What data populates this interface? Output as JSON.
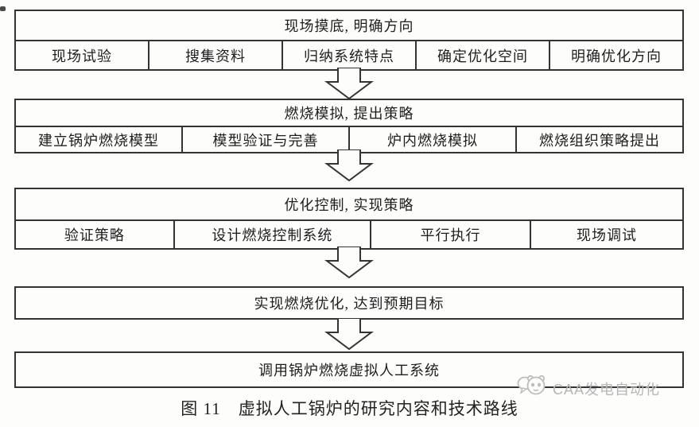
{
  "figure": {
    "stages": [
      {
        "title": "现场摸底, 明确方向",
        "cells": [
          "现场试验",
          "搜集资料",
          "归纳系统特点",
          "确定优化空间",
          "明确优化方向"
        ]
      },
      {
        "title": "燃烧模拟, 提出策略",
        "cells": [
          "建立锅炉燃烧模型",
          "模型验证与完善",
          "炉内燃烧模拟",
          "燃烧组织策略提出"
        ]
      },
      {
        "title": "优化控制, 实现策略",
        "cells": [
          "验证策略",
          "设计燃烧控制系统",
          "平行执行",
          "现场调试"
        ]
      },
      {
        "title": "实现燃烧优化, 达到预期目标",
        "cells": []
      },
      {
        "title": "调用锅炉燃烧虚拟人工系统",
        "cells": []
      }
    ],
    "caption": {
      "label": "图 11",
      "text": "虚拟人工锅炉的研究内容和技术路线"
    },
    "watermark": {
      "text": "CAA发电自动化",
      "icon": "panda-mascot-icon",
      "color": "#b6b6b6"
    },
    "colors": {
      "line": "#343434",
      "background": "#fdfdfc",
      "text": "#1e1e1e"
    }
  }
}
